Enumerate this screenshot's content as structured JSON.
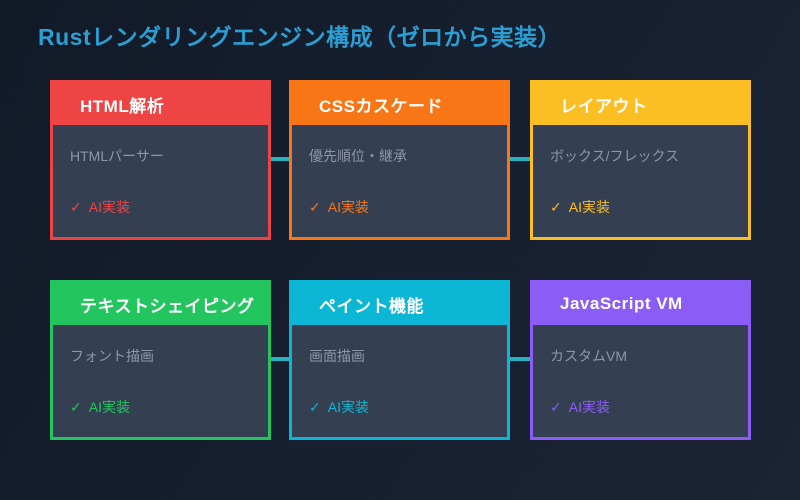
{
  "title": "Rustレンダリングエンジン構成（ゼロから実装）",
  "check_glyph": "✓",
  "colors": {
    "background": "#18202e",
    "title": "#2b9fd4",
    "card_body": "#344051",
    "body_text": "#8c96a8",
    "connector": "#29b0c0",
    "red": "#ee4444",
    "orange": "#f97616",
    "yellow": "#fbbf24",
    "green": "#22c55e",
    "cyan": "#0bb7d4",
    "purple": "#8b5cf6"
  },
  "cards": [
    {
      "header": "HTML解析",
      "description": "HTMLパーサー",
      "status": "AI実装",
      "accent": "#ee4444"
    },
    {
      "header": "CSSカスケード",
      "description": "優先順位・継承",
      "status": "AI実装",
      "accent": "#f97616"
    },
    {
      "header": "レイアウト",
      "description": "ボックス/フレックス",
      "status": "AI実装",
      "accent": "#fbbf24"
    },
    {
      "header": "テキストシェイピング",
      "description": "フォント描画",
      "status": "AI実装",
      "accent": "#22c55e"
    },
    {
      "header": "ペイント機能",
      "description": "画面描画",
      "status": "AI実装",
      "accent": "#0bb7d4"
    },
    {
      "header": "JavaScript VM",
      "description": "カスタムVM",
      "status": "AI実装",
      "accent": "#8b5cf6"
    }
  ]
}
